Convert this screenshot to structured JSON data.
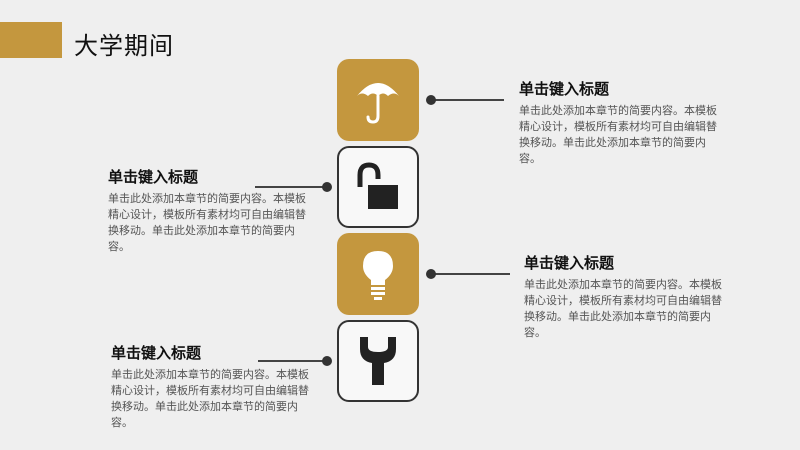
{
  "page": {
    "title": "大学期间"
  },
  "items": [
    {
      "heading": "单击键入标题",
      "body": "单击此处添加本章节的简要内容。本模板精心设计，模板所有素材均可自由编辑替换移动。单击此处添加本章节的简要内容。",
      "icon": "umbrella-icon"
    },
    {
      "heading": "单击键入标题",
      "body": "单击此处添加本章节的简要内容。本模板精心设计，模板所有素材均可自由编辑替换移动。单击此处添加本章节的简要内容。",
      "icon": "unlocked-padlock-icon"
    },
    {
      "heading": "单击键入标题",
      "body": "单击此处添加本章节的简要内容。本模板精心设计，模板所有素材均可自由编辑替换移动。单击此处添加本章节的简要内容。",
      "icon": "lightbulb-icon"
    },
    {
      "heading": "单击键入标题",
      "body": "单击此处添加本章节的简要内容。本模板精心设计，模板所有素材均可自由编辑替换移动。单击此处添加本章节的简要内容。",
      "icon": "wrench-icon"
    }
  ],
  "colors": {
    "accent": "#c4973e",
    "background": "#efefef",
    "icon_dark": "#222222"
  }
}
